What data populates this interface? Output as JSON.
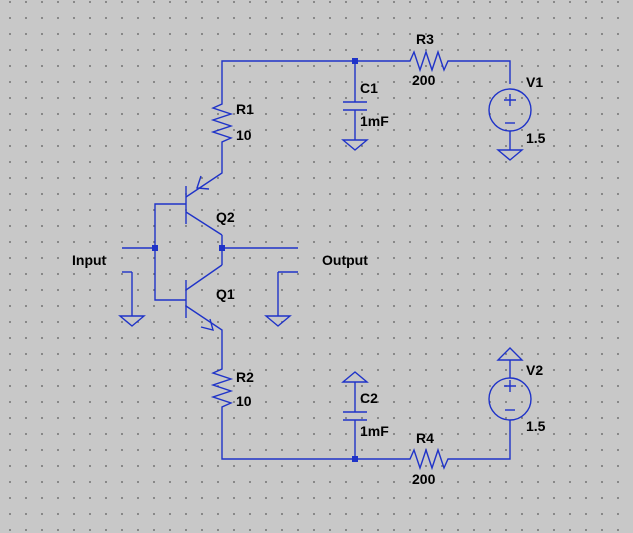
{
  "components": {
    "r1": {
      "name": "R1",
      "value": "10"
    },
    "r2": {
      "name": "R2",
      "value": "10"
    },
    "r3": {
      "name": "R3",
      "value": "200"
    },
    "r4": {
      "name": "R4",
      "value": "200"
    },
    "c1": {
      "name": "C1",
      "value": "1mF"
    },
    "c2": {
      "name": "C2",
      "value": "1mF"
    },
    "v1": {
      "name": "V1",
      "value": "1.5"
    },
    "v2": {
      "name": "V2",
      "value": "1.5"
    },
    "q1": {
      "name": "Q1"
    },
    "q2": {
      "name": "Q2"
    }
  },
  "nets": {
    "input": "Input",
    "output": "Output"
  },
  "colors": {
    "wire": "#1f33c8",
    "canvas": "#c8c8c8",
    "grid_dot": "#6e6e6e",
    "text": "#000000"
  }
}
